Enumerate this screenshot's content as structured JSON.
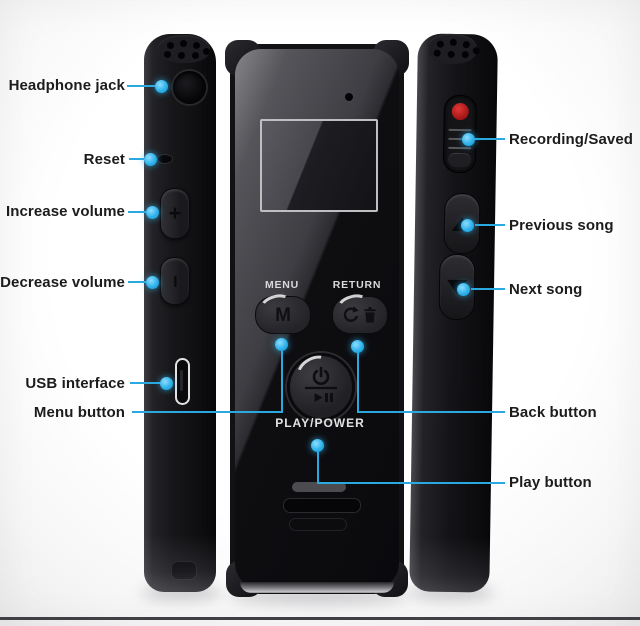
{
  "callouts": {
    "left": [
      {
        "label": "Headphone jack"
      },
      {
        "label": "Reset"
      },
      {
        "label": "Increase volume"
      },
      {
        "label": "Decrease volume"
      },
      {
        "label": "USB interface"
      },
      {
        "label": "Menu button"
      }
    ],
    "right": [
      {
        "label": "Recording/Saved"
      },
      {
        "label": "Previous song"
      },
      {
        "label": "Next song"
      },
      {
        "label": "Back button"
      },
      {
        "label": "Play button"
      }
    ]
  },
  "front_device": {
    "menu_label": "MENU",
    "return_label": "RETURN",
    "menu_glyph": "M",
    "play_power_label": "PLAY/POWER"
  },
  "side_device": {
    "volume_up_glyph": "+",
    "volume_down_glyph": "−"
  },
  "colors": {
    "callout_line": "#2aa9e0",
    "callout_dot": "#2eb1ea",
    "label_text": "#1c1c1c",
    "record_dot": "#c32222",
    "device_body": "#0d0d10",
    "usb_outline": "#e3e3e3",
    "screen_frame": "#bfbfc2"
  }
}
